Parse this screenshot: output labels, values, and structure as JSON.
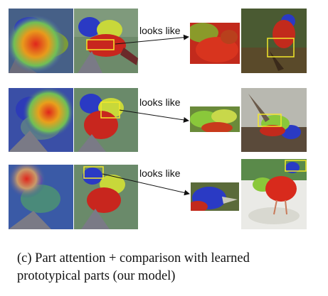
{
  "rows": [
    {
      "id": "row-1",
      "label": "looks like"
    },
    {
      "id": "row-2",
      "label": "looks like"
    },
    {
      "id": "row-3",
      "label": "looks like"
    }
  ],
  "caption": "(c) Part attention + comparison with learned prototypical parts (our model)",
  "colors": {
    "highlight_box": "#f2e82a",
    "arrow": "#111111",
    "background": "#ffffff"
  }
}
